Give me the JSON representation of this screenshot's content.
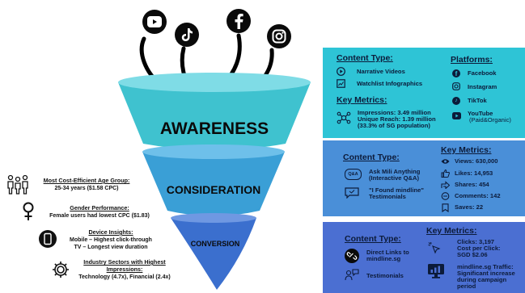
{
  "social_icons": [
    "youtube-icon",
    "tiktok-icon",
    "facebook-icon",
    "instagram-icon"
  ],
  "funnel": {
    "stage_1": "AWARENESS",
    "stage_2": "CONSIDERATION",
    "stage_3": "CONVERSION",
    "colors": {
      "awareness": "#3fc2cf",
      "consideration": "#3a9fd6",
      "conversion": "#3b6fce"
    }
  },
  "insights": [
    {
      "icon": "people-icon",
      "title": "Most Cost-Efficient Age Group:",
      "text": "25-34 years ($1.58 CPC)"
    },
    {
      "icon": "female-symbol-icon",
      "title": "Gender Performance:",
      "text": "Female users had lowest CPC ($1.83)"
    },
    {
      "icon": "smartphone-icon",
      "title": "Device Insights:",
      "line1": "Mobile – Highest click-through",
      "line2": "TV – Longest view duration"
    },
    {
      "icon": "gear-icon",
      "title_line1": "Industry Sectors with Highest",
      "title_line2": "Impressions:",
      "text": "Technology (4.7x), Financial (2.4x)"
    }
  ],
  "awareness_panel": {
    "content_heading": "Content Type:",
    "content_items": [
      "Narrative Videos",
      "Watchlist Infographics"
    ],
    "platforms_heading": "Platforms:",
    "platforms": [
      "Facebook",
      "Instagram",
      "TikTok",
      "YouTube"
    ],
    "youtube_note": "(Paid&Organic)",
    "metrics_heading": "Key Metrics:",
    "metric_line1": "Impressions: 3.49 million",
    "metric_line2": "Unique Reach: 1.39 million",
    "metric_line3": "(33.3% of SG population)",
    "color": "#2ec4d6"
  },
  "consideration_panel": {
    "content_heading": "Content Type:",
    "item1_line1": "Ask Mili Anything",
    "item1_line2": "(Interactive Q&A)",
    "item2_line1": "\"I Found mindline\"",
    "item2_line2": "Testimonials",
    "qa_badge": "Q&A",
    "metrics_heading": "Key Metrics:",
    "metrics": [
      "Views: 630,000",
      "Likes: 14,953",
      "Shares: 454",
      "Comments: 142",
      "Saves: 22"
    ],
    "color": "#4a8fd8"
  },
  "conversion_panel": {
    "content_heading": "Content Type:",
    "item1_line1": "Direct Links to",
    "item1_line2": "mindline.sg",
    "item2": "Testimonials",
    "metrics_heading": "Key Metrics:",
    "clicks": "Clicks: 3,197",
    "cpc_line1": "Cost per Click:",
    "cpc_line2": "SGD $2.06",
    "traffic_line1": "mindline.sg Traffic:",
    "traffic_line2": "Significant increase",
    "traffic_line3": "during campaign",
    "traffic_line4": "period",
    "color": "#4b6fd2"
  }
}
